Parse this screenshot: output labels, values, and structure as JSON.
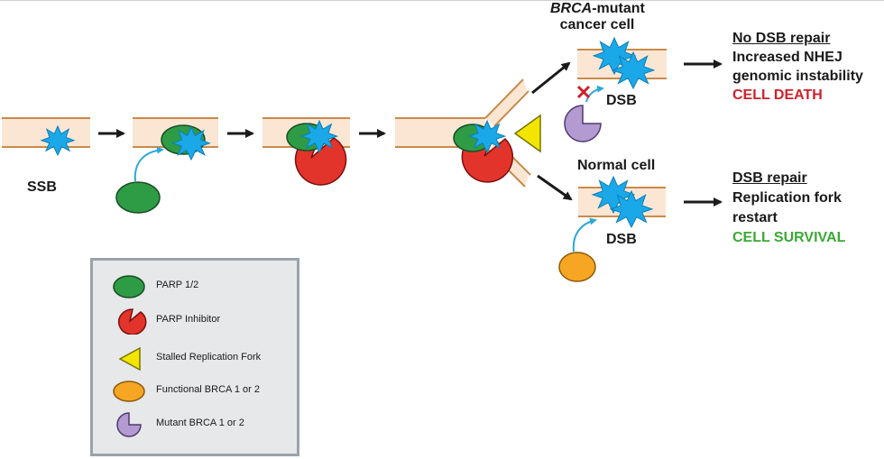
{
  "labels": {
    "ssb": "SSB",
    "brca_line1": "BRCA",
    "brca_line1_rest": "-mutant",
    "brca_line2": "cancer cell",
    "dsb_top": "DSB",
    "dsb_bottom": "DSB",
    "normal_cell": "Normal cell"
  },
  "outcomes": {
    "mutant": {
      "title": "No DSB repair",
      "line1": "Increased NHEJ",
      "line2": "genomic instability",
      "result": "CELL DEATH"
    },
    "normal": {
      "title": "DSB repair",
      "line1": "Replication fork",
      "line2": "restart",
      "result": "CELL SURVIVAL"
    }
  },
  "legend": [
    {
      "icon": "parp-ellipse",
      "label": "PARP 1/2"
    },
    {
      "icon": "parp-inhibitor-pacman",
      "label": "PARP Inhibitor"
    },
    {
      "icon": "stalled-fork-triangle",
      "label": "Stalled Replication Fork"
    },
    {
      "icon": "functional-brca-ellipse",
      "label": "Functional BRCA 1 or 2"
    },
    {
      "icon": "mutant-brca-pacman",
      "label": "Mutant BRCA 1 or 2"
    }
  ],
  "colors": {
    "dna_fill": "#fbe6d4",
    "dna_line": "#c98a4a",
    "damage_star": "#1aa8e8",
    "parp": "#2e9b45",
    "parp_inhibitor": "#e3342b",
    "stalled_fork": "#f2e600",
    "functional_brca": "#f6a623",
    "mutant_brca": "#b39ad1",
    "cell_death": "#d0202a",
    "cell_survival": "#3aa935",
    "arrow": "#1a1a1a"
  }
}
